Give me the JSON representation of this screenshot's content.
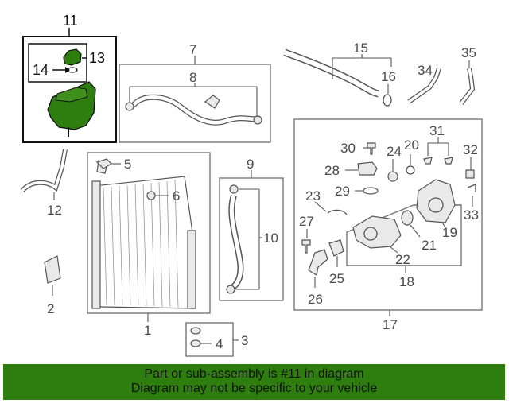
{
  "callouts": {
    "n1": "1",
    "n2": "2",
    "n3": "3",
    "n4": "4",
    "n5": "5",
    "n6": "6",
    "n7": "7",
    "n8": "8",
    "n9": "9",
    "n10": "10",
    "n11": "11",
    "n12": "12",
    "n13": "13",
    "n14": "14",
    "n15": "15",
    "n16": "16",
    "n17": "17",
    "n18": "18",
    "n19": "19",
    "n20": "20",
    "n21": "21",
    "n22": "22",
    "n23": "23",
    "n24": "24",
    "n25": "25",
    "n26": "26",
    "n27": "27",
    "n28": "28",
    "n29": "29",
    "n30": "30",
    "n31": "31",
    "n32": "32",
    "n33": "33",
    "n34": "34",
    "n35": "35"
  },
  "highlight": {
    "part_number": "11",
    "color": "#2e7d0f"
  },
  "footer": {
    "line1": "Part or sub-assembly is #11 in diagram",
    "line2": "Diagram may not be specific to your vehicle"
  }
}
